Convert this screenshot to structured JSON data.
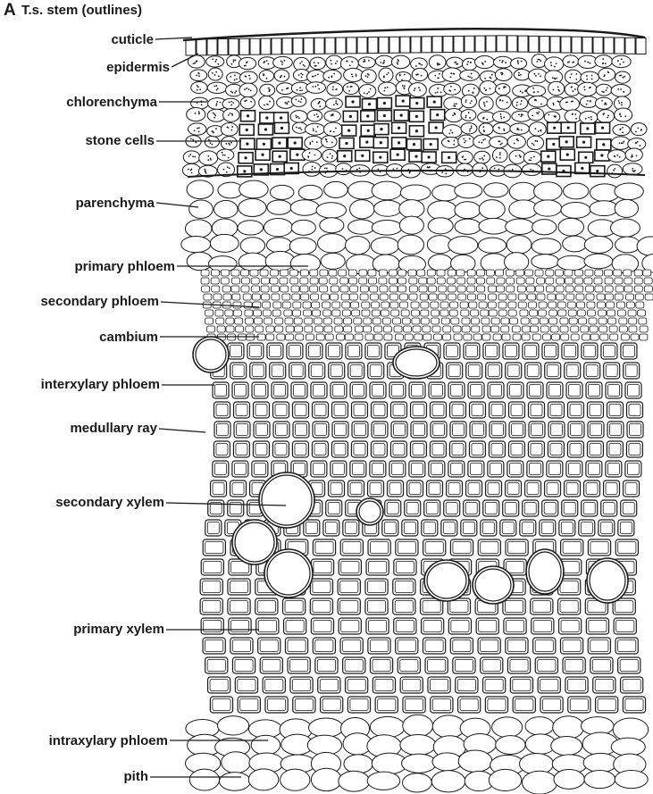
{
  "figure": {
    "letter": "A",
    "title": "T.s. stem (outlines)"
  },
  "labels": [
    {
      "id": "cuticle",
      "text": "cuticle"
    },
    {
      "id": "epidermis",
      "text": "epidermis"
    },
    {
      "id": "chlorenchyma",
      "text": "chlorenchyma"
    },
    {
      "id": "stone-cells",
      "text": "stone cells"
    },
    {
      "id": "parenchyma",
      "text": "parenchyma"
    },
    {
      "id": "primary-phloem",
      "text": "primary phloem"
    },
    {
      "id": "secondary-phloem",
      "text": "secondary phloem"
    },
    {
      "id": "cambium",
      "text": "cambium"
    },
    {
      "id": "interxylary-phloem",
      "text": "interxylary phloem"
    },
    {
      "id": "medullary-ray",
      "text": "medullary ray"
    },
    {
      "id": "secondary-xylem",
      "text": "secondary xylem"
    },
    {
      "id": "primary-xylem",
      "text": "primary xylem"
    },
    {
      "id": "intraxylary-phloem",
      "text": "intraxylary phloem"
    },
    {
      "id": "pith",
      "text": "pith"
    }
  ],
  "colors": {
    "ink": "#1a1a1a",
    "background": "#ffffff"
  }
}
